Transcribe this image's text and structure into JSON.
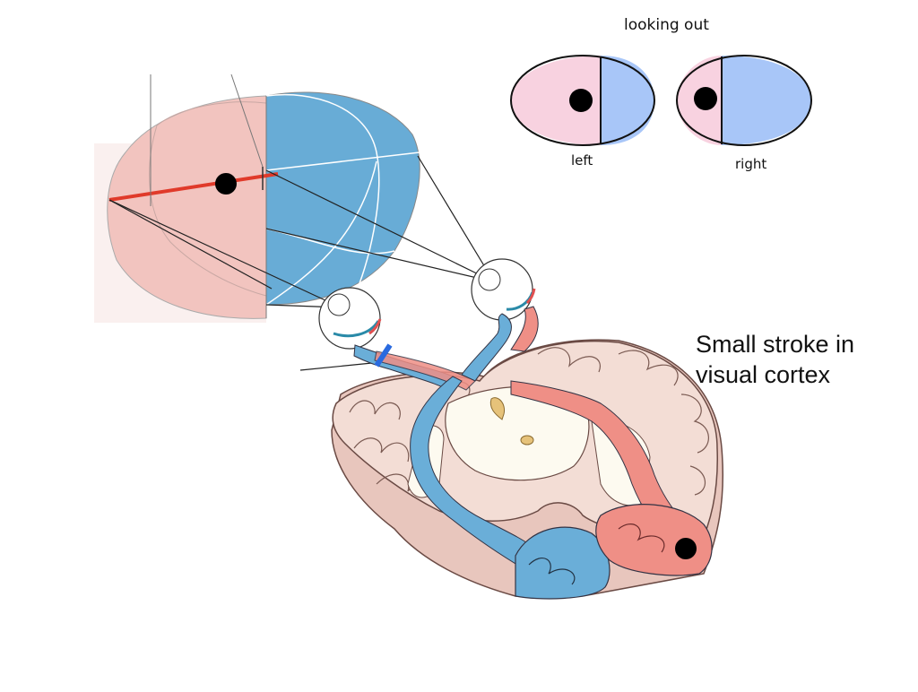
{
  "labels": {
    "looking_out": "looking out",
    "left_eye": "left",
    "right_eye": "right",
    "stroke_caption": "Small stroke in visual cortex"
  },
  "colors": {
    "left_field": "#f4c8c4",
    "right_field": "#6aaed8",
    "left_hemi_tract": "#ef8f86",
    "right_hemi_tract": "#6aaed8",
    "eye_pink": "#f8d2e0",
    "eye_blue": "#a8c6f8",
    "brain_tissue": "#f1d6cc",
    "white_matter": "#fdfaf0",
    "lesion": "#000000"
  }
}
